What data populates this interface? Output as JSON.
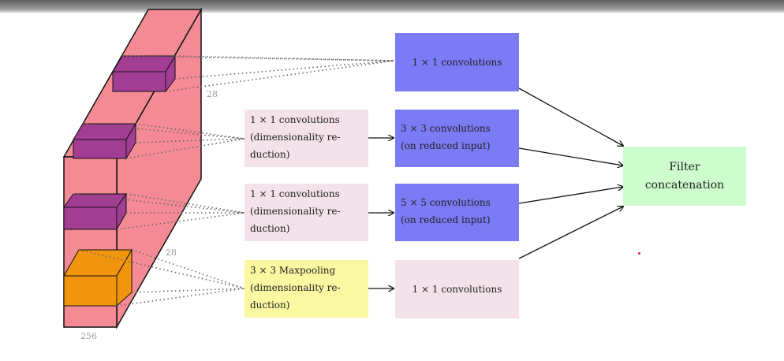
{
  "blocks": {
    "b1": "1 × 1 convolutions",
    "r2": "1 × 1 convolutions\n(dimensionality re-\nduction)",
    "b2": "3 × 3 convolutions\n(on reduced input)",
    "r3": "1 × 1 convolutions\n(dimensionality re-\nduction)",
    "b3": "5 × 5 convolutions\n(on reduced input)",
    "pool": "3 × 3 Maxpooling\n(dimensionality re-\nduction)",
    "b4": "1 × 1 convolutions",
    "concat": "Filter\nconcatenation"
  },
  "dims": {
    "top": "28",
    "side": "28",
    "depth": "256"
  },
  "colors": {
    "volume_fill": "#f48a93",
    "patch_purple": "#a33d94",
    "patch_orange": "#f2950e",
    "conv_blue": "#7b7bf5",
    "reduce_pink": "#f3e2ea",
    "pool_yellow": "#fbf8a2",
    "concat_green": "#cdfccd"
  }
}
